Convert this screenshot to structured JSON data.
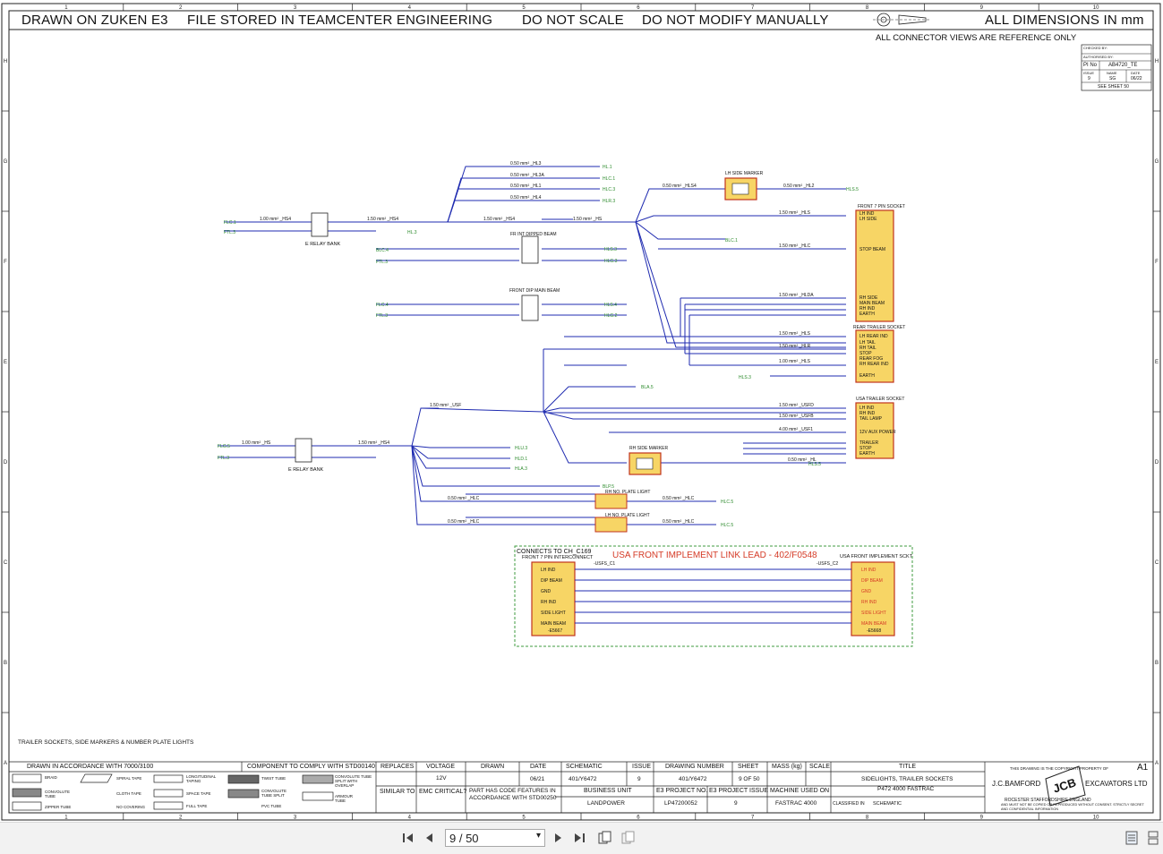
{
  "header": {
    "drawn_on": "DRAWN ON ZUKEN E3",
    "file_stored": "FILE STORED IN TEAMCENTER ENGINEERING",
    "do_not_scale": "DO NOT SCALE",
    "do_not_modify": "DO NOT MODIFY MANUALLY",
    "all_dimensions": "ALL DIMENSIONS IN mm",
    "connector_note": "ALL CONNECTOR VIEWS ARE REFERENCE ONLY"
  },
  "grid": {
    "columns": [
      "1",
      "2",
      "3",
      "4",
      "5",
      "6",
      "7",
      "8",
      "9",
      "10"
    ],
    "rows": [
      "H",
      "G",
      "F",
      "E",
      "D",
      "C",
      "B",
      "A"
    ]
  },
  "revision_box": {
    "checked_by": "CHECKED BY:",
    "authorised_by": "AUTHORISED BY:",
    "pi_no_label": "PI No",
    "pi_no": "AB4720_TE",
    "issue_label": "ISSUE",
    "name_label": "NAME",
    "date_label": "DATE",
    "issue": "9",
    "name": "SG",
    "date": "06/22",
    "see_sheet": "SEE SHEET 50"
  },
  "schematic": {
    "relay_top": "E RELAY BANK",
    "relay_bottom": "E RELAY BANK",
    "lh_side_marker": "LH SIDE MARKER",
    "rh_side_marker": "RH SIDE MARKER",
    "front_7pin": "FRONT 7 PIN SOCKET",
    "rear_trailer": "REAR TRAILER SOCKET",
    "usa_trailer": "USA TRAILER SOCKET",
    "rh_plate": "RH NO. PLATE LIGHT",
    "lh_plate": "LH NO. PLATE LIGHT",
    "front_dip": "FRONT DIP MAIN BEAM",
    "fr_dipped": "FR INT DIPPED BEAM",
    "front_7pin_pins": [
      "LH IND",
      "LH SIDE",
      "STOP BEAM",
      "RH SIDE",
      "MAIN BEAM",
      "RH IND",
      "EARTH"
    ],
    "rear_socket_pins": [
      "LH REAR IND",
      "LH TAIL",
      "RH TAIL",
      "STOP",
      "REAR FOG",
      "RH REAR IND",
      "EARTH"
    ],
    "usa_socket_pins": [
      "LH IND",
      "RH IND",
      "TAIL LAMP",
      "12V AUX POWER",
      "TRAILER",
      "STOP",
      "EARTH"
    ],
    "footer_note": "TRAILER SOCKETS, SIDE MARKERS & NUMBER PLATE LIGHTS"
  },
  "link_lead": {
    "connects": "CONNECTS TO CH_C169",
    "front_intercon": "FRONT 7 PIN INTERCONNECT",
    "title": "USA FRONT IMPLEMENT LINK LEAD - 402/F0548",
    "right_title": "USA FRONT IMPLEMENT SCKT",
    "left_conn": "-USFS_C1",
    "right_conn": "-USFS_C2",
    "left_pins": [
      "LH IND",
      "DIP BEAM",
      "GND",
      "RH IND",
      "SIDE LIGHT",
      "MAIN BEAM"
    ],
    "right_pins": [
      "LH IND",
      "DIP BEAM",
      "GND",
      "RH IND",
      "SIDE LIGHT",
      "MAIN BEAM"
    ],
    "left_ref": "-E5667",
    "right_ref": "-E5668"
  },
  "title_block": {
    "drawn_accordance": "DRAWN IN ACCORDANCE WITH 7000/3100",
    "comply": "COMPONENT TO COMPLY WITH STD00140",
    "legend": [
      "BRAID",
      "SPIRAL TAPE",
      "LONGITUDINAL TAPING",
      "TWIST TUBE",
      "CONVOLUTE TUBE SPLIT WITH OVERLAP",
      "CONVOLUTE TUBE",
      "CLOTH TAPE",
      "SPACE TAPE",
      "CONVOLUTE TUBE SPLIT",
      "ARMOUR TUBE",
      "ZIPPER TUBE",
      "NO COVERING",
      "FULL TAPE",
      "PVC TUBE"
    ],
    "replaces_label": "REPLACES",
    "voltage_label": "VOLTAGE",
    "voltage": "12V",
    "drawn_label": "DRAWN",
    "date_label": "DATE",
    "date": "06/21",
    "schematic_label": "SCHEMATIC",
    "schematic": "401/Y6472",
    "issue_label": "ISSUE",
    "issue": "9",
    "drawing_number_label": "DRAWING NUMBER",
    "drawing_number": "401/Y6472",
    "sheet_label": "SHEET",
    "sheet": "9 OF 50",
    "mass_label": "MASS (kg)",
    "scale_label": "SCALE",
    "title_label": "TITLE",
    "title_line1": "SIDELIGHTS, TRAILER SOCKETS",
    "title_line2": "P472 4000 FASTRAC",
    "similar_to": "SIMILAR TO",
    "emc": "EMC CRITICAL?",
    "part_code": "PART HAS CODE FEATURES IN ACCORDANCE WITH STD00250",
    "business_unit_label": "BUSINESS UNIT",
    "business_unit": "LANDPOWER",
    "e3_project_label": "E3 PROJECT NO.",
    "e3_project": "LP47200052",
    "e3_issue_label": "E3 PROJECT ISSUE",
    "e3_issue": "9",
    "machine_label": "MACHINE USED ON",
    "machine": "FASTRAC 4000",
    "classified_label": "CLASSIFIED IN",
    "classified": "SCHEMATIC",
    "copyright": "THIS DRAWING IS THE COPYRIGHT PROPERTY OF",
    "size": "A1",
    "company1": "J.C.BAMFORD",
    "company2": "EXCAVATORS LTD",
    "logo": "JCB",
    "address": "ROCESTER   STAFFORDSHIRE   ENGLAND",
    "notice": "AND MUST NOT BE COPIED OR REPRODUCED WITHOUT CONSENT. STRICTLY SECRET AND CONFIDENTIAL INFORMATION"
  },
  "viewer": {
    "page_indicator": "9 / 50"
  },
  "colors": {
    "wire": "#1f2bb0",
    "component_fill": "#f7d565",
    "component_border": "#c0331d",
    "label_green": "#2a8a2a",
    "lead_title": "#d53a26",
    "dashed_green": "#3f9b3f"
  }
}
